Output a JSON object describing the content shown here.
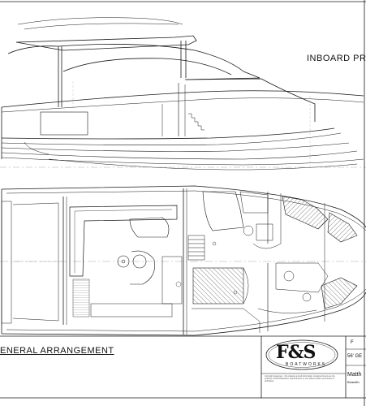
{
  "drawing": {
    "inboard_profile_label": "INBOARD PROF",
    "general_arrangement_label": "ENERAL ARRANGEMENT"
  },
  "title_block": {
    "logo_mark": "F&S",
    "logo_subtitle": "BOATWORKS",
    "sheet_no": "F",
    "title": "56' GE",
    "client": "Matth",
    "client_sub": "Beautifu",
    "fine_print": "Copyright statement - this drawing and all information contained herein are the property of F&S Boatworks. Reproduction or use without written permission is prohibited."
  },
  "colors": {
    "line": "#1a1a1a",
    "hatch": "#555555",
    "centerline": "#777777",
    "paper": "#ffffff"
  }
}
